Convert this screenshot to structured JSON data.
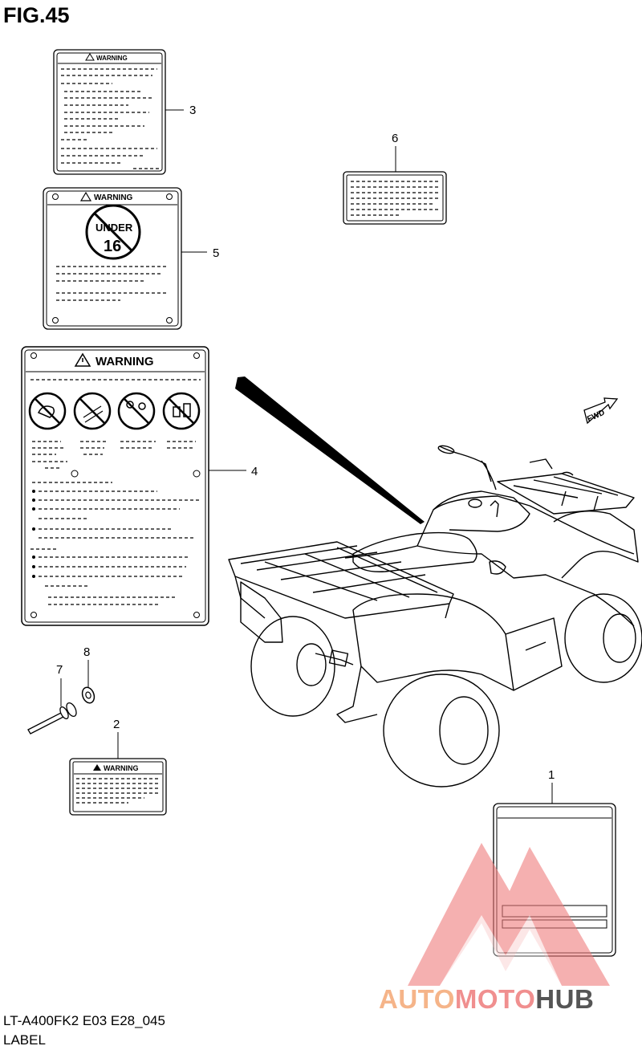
{
  "figure": {
    "title": "FIG.45",
    "code": "LT-A400FK2 E03 E28_045",
    "label": "LABEL"
  },
  "labels": {
    "warning": "WARNING",
    "under": "UNDER",
    "age": "16",
    "fwd": "FWD"
  },
  "callouts": [
    "1",
    "2",
    "3",
    "4",
    "5",
    "6",
    "7",
    "8"
  ],
  "watermark": {
    "part1": "AUTO",
    "part2": "MOTO",
    "part3": "HUB",
    "colors": {
      "auto": "#f5b489",
      "moto": "#f08f8f",
      "hub": "#555555",
      "logo": "#f07c7c"
    }
  }
}
